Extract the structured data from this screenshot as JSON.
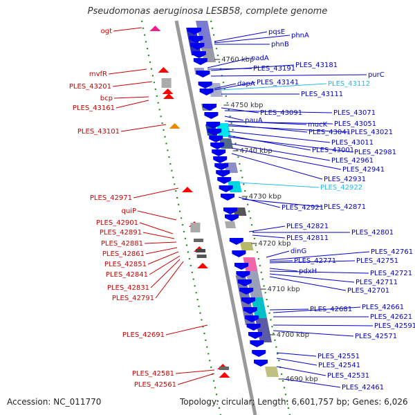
{
  "title": "Pseudomonas aeruginosa LESB58, complete genome",
  "footer": {
    "accession": "Accession: NC_011770",
    "topology": "Topology: circular; Length: 6,601,757 bp; Genes: 6,026"
  },
  "colors": {
    "left_labels": "#cc0000",
    "right_labels": "#0000cc",
    "highlight_labels": "#22bbee",
    "backbone": "#999999",
    "forward_arrow": "#ff0000",
    "reverse_arrow": "#0000ee"
  },
  "scale_ticks": [
    "4760 kbp",
    "4750 kbp",
    "4740 kbp",
    "4730 kbp",
    "4720 kbp",
    "4710 kbp",
    "4700 kbp",
    "4690 kbp"
  ],
  "left_labels": [
    "ogt",
    "mvfR",
    "PLES_43201",
    "bcp",
    "PLES_43161",
    "PLES_43101",
    "PLES_42971",
    "quiP",
    "PLES_42901",
    "PLES_42891",
    "PLES_42881",
    "PLES_42861",
    "PLES_42851",
    "PLES_42841",
    "PLES_42831",
    "PLES_42791",
    "PLES_42691",
    "PLES_42581",
    "PLES_42561"
  ],
  "right_labels": [
    "pqsE",
    "phnA",
    "phnB",
    "nadA",
    "PLES_43191",
    "PLES_43181",
    "purC",
    "dapA",
    "PLES_43141",
    "PLES_43112",
    "PLES_43111",
    "PLES_43091",
    "PLES_43071",
    "pauA",
    "mucK",
    "PLES_43051",
    "PLES_43041",
    "PLES_43021",
    "PLES_43011",
    "PLES_43001",
    "PLES_42981",
    "PLES_42961",
    "PLES_42941",
    "PLES_42931",
    "PLES_42922",
    "PLES_42921",
    "PLES_42871",
    "PLES_42821",
    "PLES_42801",
    "PLES_42811",
    "dinG",
    "PLES_42761",
    "PLES_42771",
    "PLES_42751",
    "pdxH",
    "PLES_42721",
    "PLES_42711",
    "PLES_42701",
    "PLES_42681",
    "PLES_42661",
    "PLES_42621",
    "PLES_42591",
    "PLES_42571",
    "PLES_42551",
    "PLES_42541",
    "PLES_42531",
    "PLES_42461"
  ],
  "highlighted_right": [
    "PLES_43112",
    "PLES_42922"
  ]
}
